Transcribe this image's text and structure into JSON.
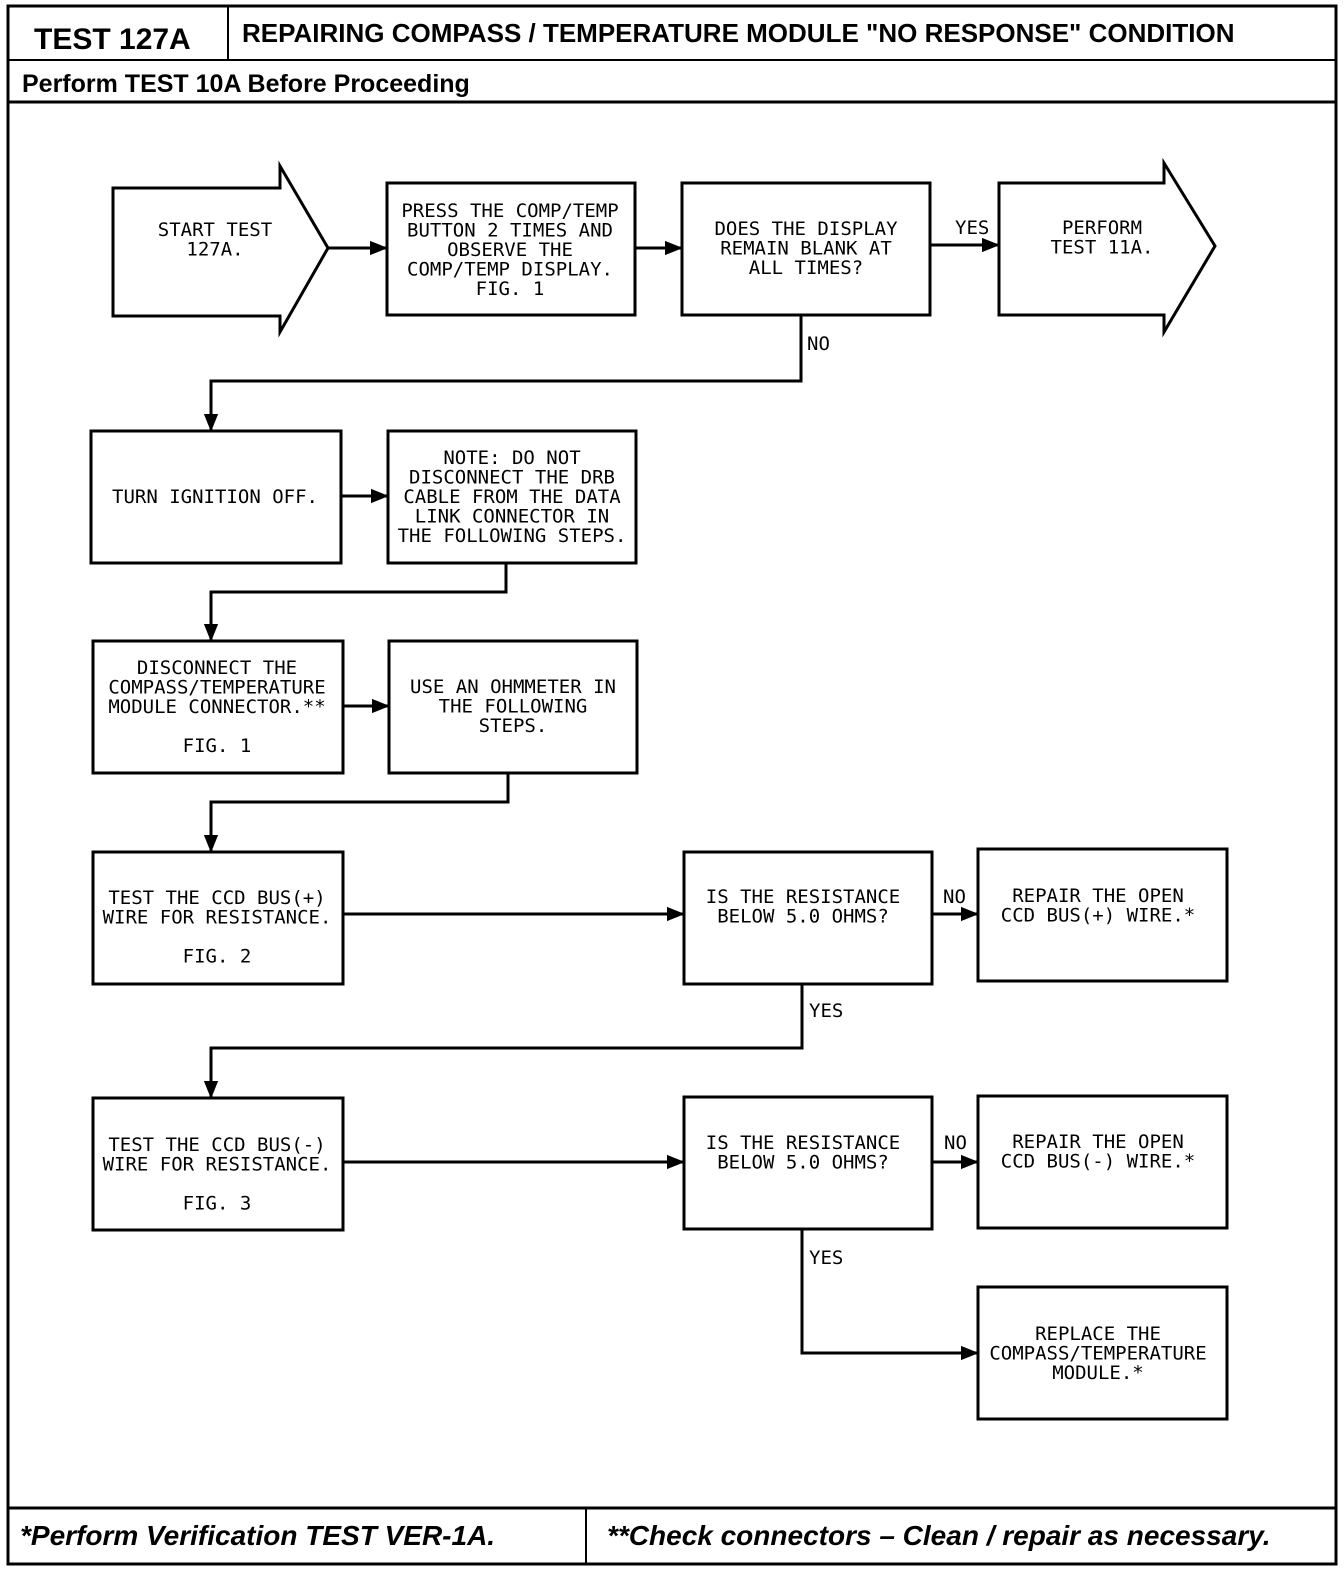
{
  "header": {
    "test_id": "TEST 127A",
    "title": "REPAIRING COMPASS / TEMPERATURE MODULE \"NO RESPONSE\" CONDITION",
    "precondition": "Perform TEST 10A Before Proceeding"
  },
  "nodes": {
    "start": [
      "START TEST",
      "127A."
    ],
    "press_button": [
      "PRESS THE COMP/TEMP",
      "BUTTON 2 TIMES AND",
      "OBSERVE THE",
      "COMP/TEMP DISPLAY.",
      "FIG. 1"
    ],
    "display_blank": [
      "DOES THE DISPLAY",
      "REMAIN BLANK AT",
      "ALL TIMES?"
    ],
    "perform_11a": [
      "PERFORM",
      "TEST 11A."
    ],
    "ignition_off": [
      "TURN IGNITION OFF."
    ],
    "note_drb": [
      "NOTE: DO NOT",
      "DISCONNECT THE DRB",
      "CABLE FROM THE DATA",
      "LINK CONNECTOR IN",
      "THE FOLLOWING STEPS."
    ],
    "disconnect_module": [
      "DISCONNECT THE",
      "COMPASS/TEMPERATURE",
      "MODULE CONNECTOR.**",
      "",
      "FIG. 1"
    ],
    "use_ohmmeter": [
      "USE AN OHMMETER IN",
      "THE FOLLOWING",
      "STEPS."
    ],
    "test_bus_plus": [
      "TEST THE CCD BUS(+)",
      "WIRE FOR RESISTANCE.",
      "",
      "FIG. 2"
    ],
    "resistance_q1": [
      "IS THE RESISTANCE",
      "BELOW 5.0 OHMS?"
    ],
    "repair_plus": [
      "REPAIR THE OPEN",
      "CCD BUS(+) WIRE.*"
    ],
    "test_bus_minus": [
      "TEST THE CCD BUS(-)",
      "WIRE FOR RESISTANCE.",
      "",
      "FIG. 3"
    ],
    "resistance_q2": [
      "IS THE RESISTANCE",
      "BELOW 5.0 OHMS?"
    ],
    "repair_minus": [
      "REPAIR THE OPEN",
      "CCD BUS(-) WIRE.*"
    ],
    "replace_module": [
      "REPLACE THE",
      "COMPASS/TEMPERATURE",
      "MODULE.*"
    ]
  },
  "edge_labels": {
    "yes": "YES",
    "no": "NO"
  },
  "footer": {
    "note_left": "*Perform Verification TEST VER-1A.",
    "note_right": "**Check connectors – Clean / repair as necessary."
  }
}
